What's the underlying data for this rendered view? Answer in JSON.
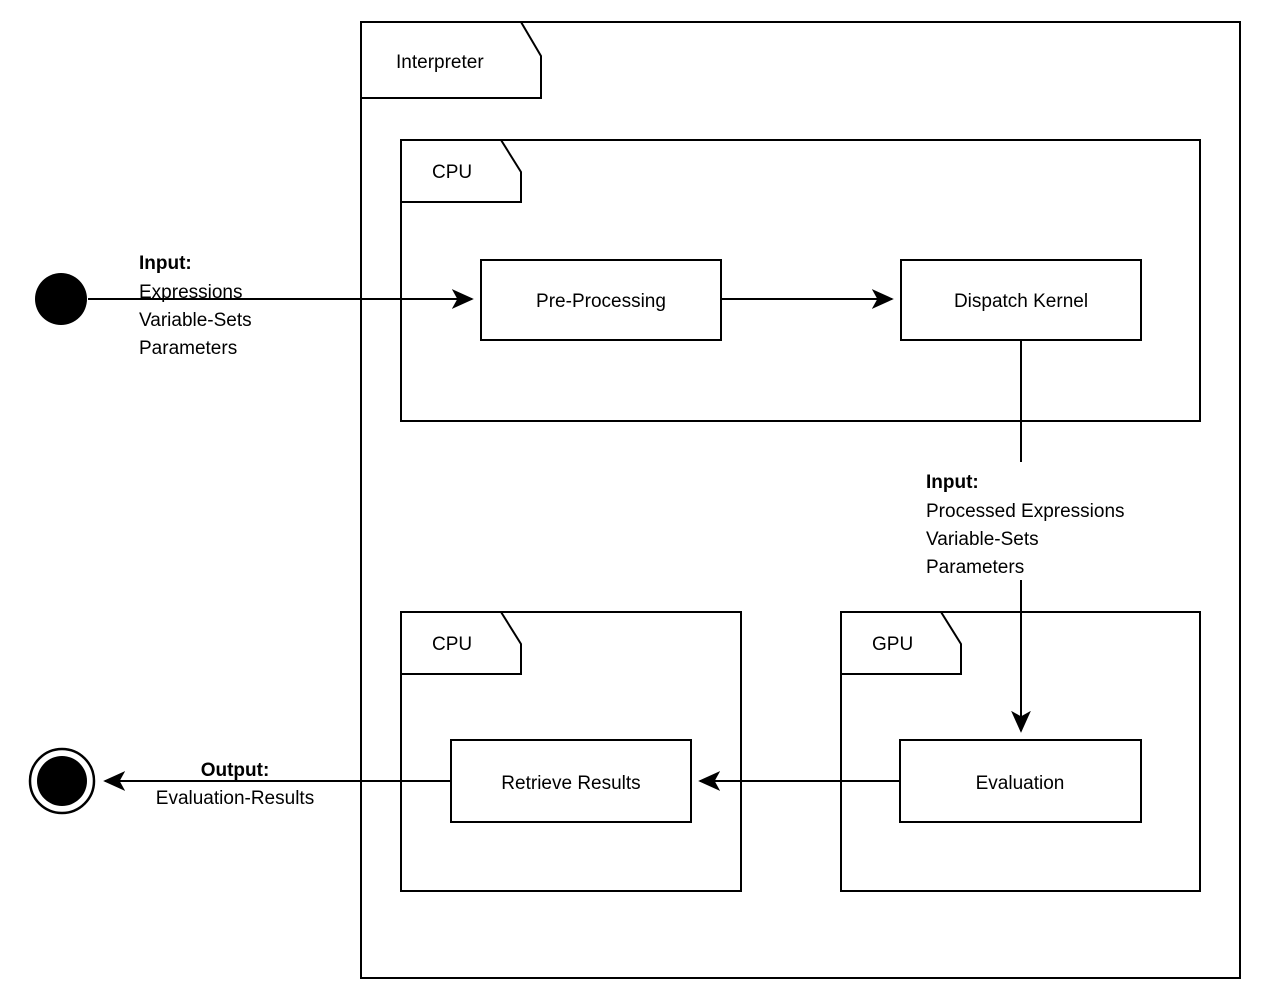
{
  "diagram": {
    "title": "Interpreter Evaluation Activity Diagram",
    "type": "uml-activity-diagram",
    "background_color": "#ffffff",
    "line_color": "#000000"
  },
  "frames": {
    "interpreter": {
      "label": "Interpreter"
    },
    "cpu_top": {
      "label": "CPU"
    },
    "cpu_bottom": {
      "label": "CPU"
    },
    "gpu": {
      "label": "GPU"
    }
  },
  "actions": {
    "pre_processing": {
      "label": "Pre-Processing"
    },
    "dispatch_kernel": {
      "label": "Dispatch Kernel"
    },
    "retrieve_results": {
      "label": "Retrieve Results"
    },
    "evaluation": {
      "label": "Evaluation"
    }
  },
  "nodes": {
    "initial": {
      "label": "initial-node"
    },
    "final": {
      "label": "final-node"
    }
  },
  "edges": {
    "input_to_preprocessing": {
      "title": "Input:",
      "lines": [
        "Expressions",
        "Variable-Sets",
        "Parameters"
      ]
    },
    "dispatch_to_evaluation": {
      "title": "Input:",
      "lines": [
        "Processed Expressions",
        "Variable-Sets",
        "Parameters"
      ]
    },
    "retrieve_to_final": {
      "title": "Output:",
      "lines": [
        "Evaluation-Results"
      ]
    }
  }
}
